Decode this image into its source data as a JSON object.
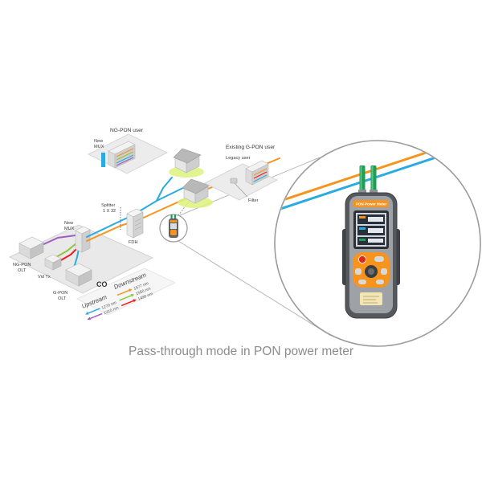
{
  "colors": {
    "fiber_blue": "#29abe2",
    "fiber_orange": "#f7941d",
    "fiber_green": "#8dc63f",
    "fiber_purple": "#a05cc0",
    "fiber_red": "#ed1c24",
    "connector_green": "#1f9d55",
    "meter_orange": "#f7941d",
    "caption_gray": "#8c8c8c"
  },
  "labels": {
    "ng_pon_user": "NG-PON user",
    "new_mux_user": [
      "New",
      "MUX"
    ],
    "existing_gpon_user": "Existing G-PON user",
    "legacy_user": "Legacy user",
    "filter": "Filter",
    "splitter": [
      "Splitter",
      "1 X 32"
    ],
    "fdh": "FDH",
    "new_mux_co": [
      "New",
      "MUX"
    ],
    "ng_pon_olt": [
      "NG-PON",
      "OLT"
    ],
    "vid_tx": "Vid Tx",
    "g_pon_olt": [
      "G-PON",
      "OLT"
    ],
    "co": "CO"
  },
  "legend": {
    "downstream": {
      "title": "Downstream",
      "items": [
        {
          "label": "1577 nm",
          "color": "#f7941d"
        },
        {
          "label": "1550 nm",
          "color": "#8dc63f"
        },
        {
          "label": "1490 nm",
          "color": "#ed1c24"
        }
      ]
    },
    "upstream": {
      "title": "Upstream",
      "items": [
        {
          "label": "1270 nm",
          "color": "#29abe2"
        },
        {
          "label": "1310 nm",
          "color": "#a05cc0"
        }
      ]
    }
  },
  "meter": {
    "label": "PON Power Meter"
  },
  "caption": "Pass-through mode in PON power meter"
}
